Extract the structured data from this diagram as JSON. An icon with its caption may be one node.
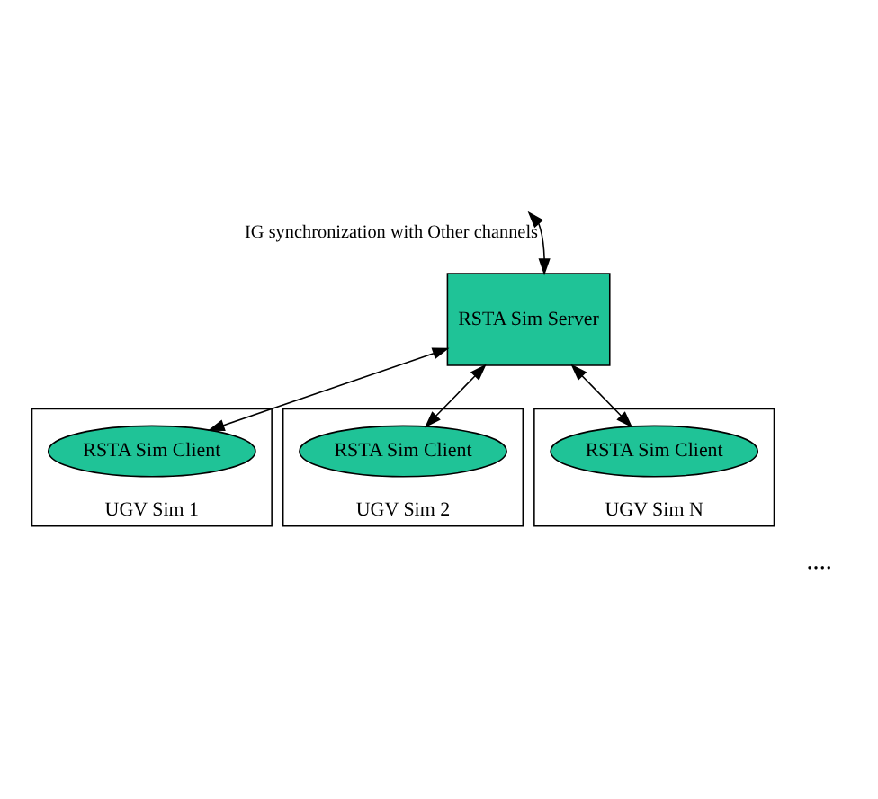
{
  "diagram": {
    "nodes": [
      {
        "text": [
          "RSTA Sim Server"
        ]
      },
      {
        "text": [
          "UGV Sim 1"
        ]
      },
      {
        "text": [
          "RSTA Sim Client"
        ],
        "in": 1
      },
      {
        "text": [
          "UGV Sim 2"
        ]
      },
      {
        "text": [
          "RSTA Sim Client"
        ],
        "in": 3
      },
      {
        "text": [
          "UGV Sim N"
        ]
      },
      {
        "text": [
          "RSTA Sim Client"
        ],
        "in": 5
      }
    ],
    "edges": [
      {
        "from": 0,
        "to": null,
        "arrow": "both",
        "label": "IG synchronization with Other channels"
      },
      {
        "from": 0,
        "to": 2,
        "arrow": "both"
      },
      {
        "from": 0,
        "to": 4,
        "arrow": "both"
      },
      {
        "from": 0,
        "to": 6,
        "arrow": "both"
      }
    ],
    "labels": [
      "...."
    ]
  }
}
